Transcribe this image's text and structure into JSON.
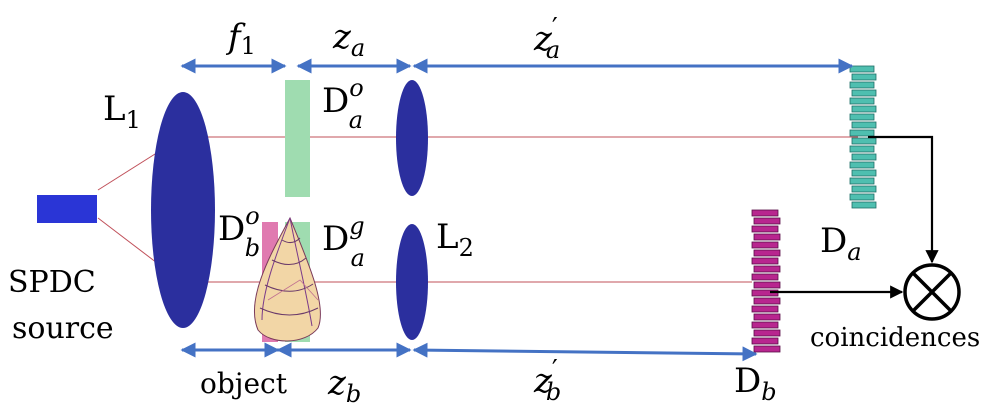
{
  "labels": {
    "f1_main": "f",
    "f1_sub": "1",
    "za_main": "z",
    "za_sub": "a",
    "zap_main": "z",
    "zap_prime": "′",
    "zap_sub": "a",
    "L1_main": "L",
    "L1_sub": "1",
    "L2_main": "L",
    "L2_sub": "2",
    "Dao_main": "D",
    "Dao_sup": "o",
    "Dao_sub": "a",
    "Dag_main": "D",
    "Dag_sup": "g",
    "Dag_sub": "a",
    "Dbo_main": "D",
    "Dbo_sup": "o",
    "Dbo_sub": "b",
    "source_line1": "SPDC",
    "source_line2": "source",
    "object": "object",
    "zb_main": "z",
    "zb_sub": "b",
    "zbp_main": "z",
    "zbp_prime": "′",
    "zbp_sub": "b",
    "Da_main": "D",
    "Da_sub": "a",
    "Db_main": "D",
    "Db_sub": "b",
    "coincidences": "coincidences",
    "coincidence_symbol": "⊗"
  },
  "colors": {
    "arrow": "#4472c4",
    "lens": "#2b2f9e",
    "source": "#2a35d6",
    "beam": "#c0505a",
    "aperture_green": "#9fdcb0",
    "detector_a": "#4fbfb0",
    "detector_b": "#b8268f"
  }
}
